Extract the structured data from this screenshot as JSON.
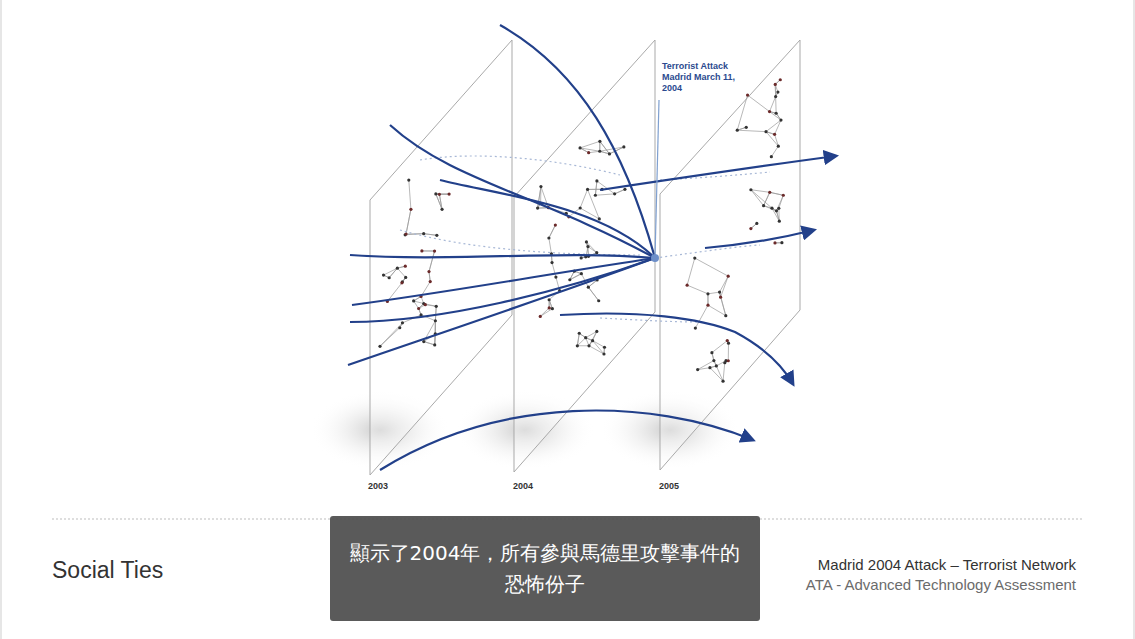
{
  "diagram": {
    "title": "Social Ties",
    "nodes": [
      {
        "text": [
          "顯示了2004年，所有參與馬德里攻擊事件的恐怖份子"
        ]
      }
    ],
    "labels": [
      "Terrorist Attack Madrid March 11, 2004",
      "2003",
      "2004",
      "2005",
      "Madrid 2004 Attack – Terrorist Network",
      "ATA - Advanced Technology Assessment"
    ]
  }
}
